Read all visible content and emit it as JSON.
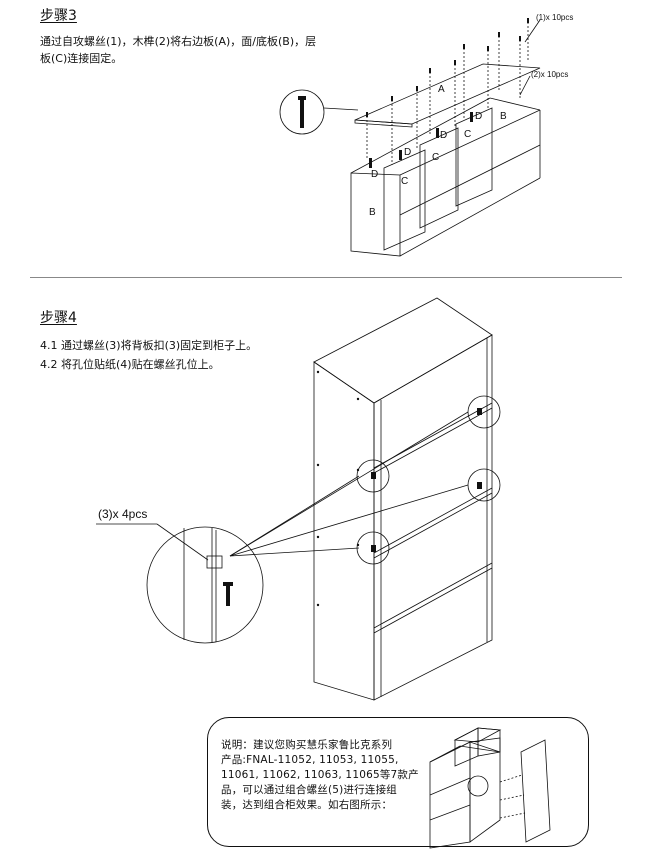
{
  "step3": {
    "title": "步骤3",
    "desc_line1": "通过自攻螺丝(1)，木榫(2)将右边板(A)，面/底板(B)，层",
    "desc_line2": "板(C)连接固定。",
    "callout_screw": "(1)x 10pcs",
    "callout_dowel": "(2)x 10pcs",
    "panel_labels": [
      "A",
      "B",
      "B",
      "C",
      "C",
      "C",
      "D",
      "D",
      "D",
      "D"
    ]
  },
  "step4": {
    "title": "步骤4",
    "item1": "4.1 通过螺丝(3)将背板扣(3)固定到柜子上。",
    "item2": "4.2 将孔位贴纸(4)贴在螺丝孔位上。",
    "callout": "(3)x 4pcs"
  },
  "note": {
    "lines": [
      "说明：建议您购买慧乐家鲁比克系列",
      "产品:FNAL-11052, 11053, 11055,",
      "11061, 11062, 11063, 11065等7款产",
      "品，可以通过组合螺丝(5)进行连接组",
      "装，达到组合柜效果。如右图所示："
    ]
  },
  "colors": {
    "line": "#111111",
    "divider": "#888888"
  }
}
